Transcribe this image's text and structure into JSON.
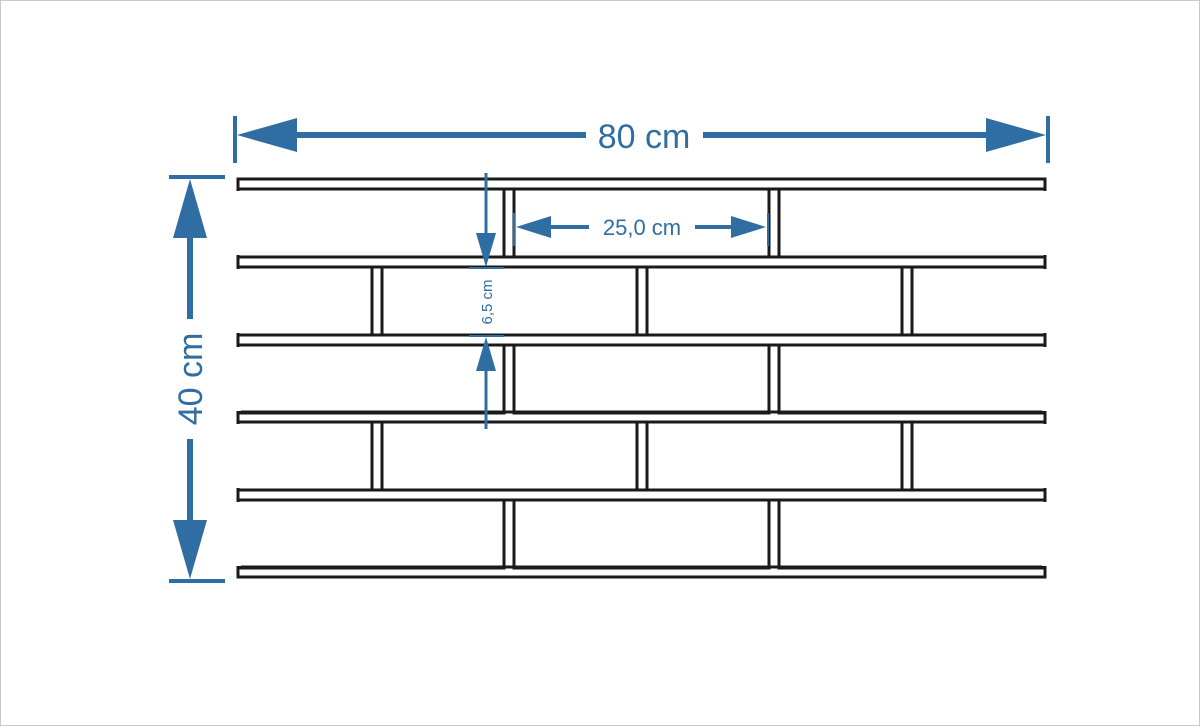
{
  "diagram": {
    "accent_color": "#2f6da3",
    "outline_color": "#1a1a1a",
    "dimensions": {
      "width": "80 cm",
      "height": "40 cm",
      "brick_length": "25,0 cm",
      "brick_height": "6,5 cm"
    },
    "rows": 5,
    "icons": [
      "arrow-left-icon",
      "arrow-right-icon",
      "arrow-up-icon",
      "arrow-down-icon"
    ]
  }
}
